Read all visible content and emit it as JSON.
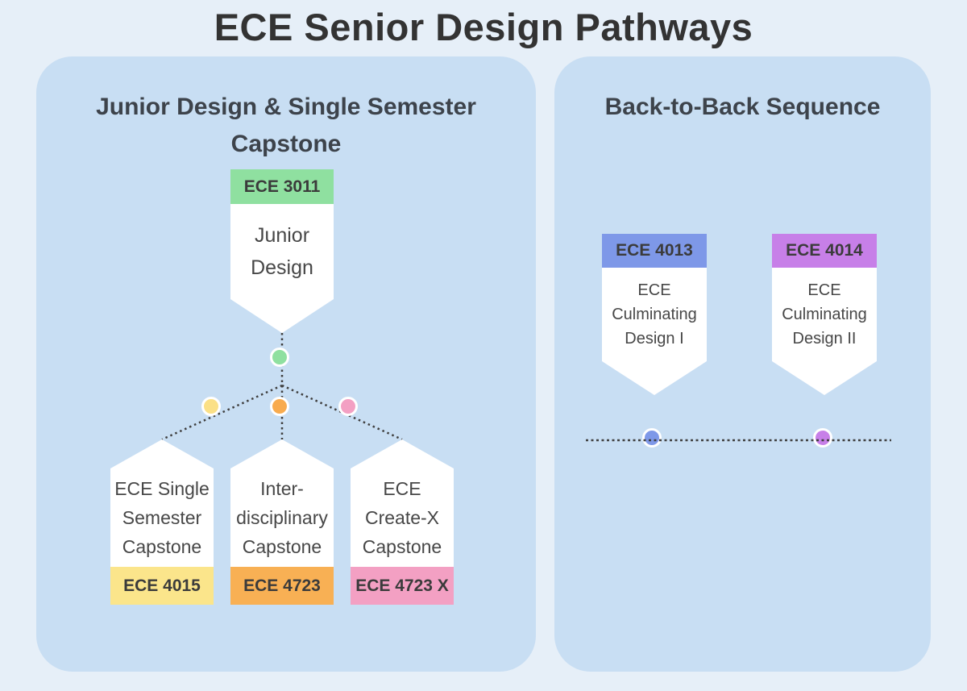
{
  "title": "ECE Senior Design Pathways",
  "left_panel": {
    "heading": "Junior Design & Single Semester\nCapstone",
    "top_card": {
      "code": "ECE 3011",
      "label": "Junior\nDesign",
      "color": "#8fe0a0"
    },
    "branch_cards": [
      {
        "code": "ECE 4015",
        "label": "ECE Single\nSemester\nCapstone",
        "color": "#fbe58b"
      },
      {
        "code": "ECE 4723",
        "label": "Inter-\ndisciplinary\nCapstone",
        "color": "#f8b054"
      },
      {
        "code": "ECE 4723 X",
        "label": "ECE\nCreate-X\nCapstone",
        "color": "#f3a0c3"
      }
    ],
    "branch_dots": [
      {
        "name": "green-dot",
        "color": "#8fe0a0"
      },
      {
        "name": "yellow-dot",
        "color": "#fbe086"
      },
      {
        "name": "orange-dot",
        "color": "#f8ab4e"
      },
      {
        "name": "pink-dot",
        "color": "#f3a0c3"
      }
    ]
  },
  "right_panel": {
    "heading": "Back-to-Back Sequence",
    "cards": [
      {
        "code": "ECE 4013",
        "label": "ECE\nCulminating\nDesign I",
        "color": "#7e98e8"
      },
      {
        "code": "ECE 4014",
        "label": "ECE\nCulminating\nDesign II",
        "color": "#c77fe8"
      }
    ],
    "timeline_dots": [
      {
        "name": "blue-dot",
        "color": "#7e98e8"
      },
      {
        "name": "purple-dot",
        "color": "#c77fe8"
      }
    ]
  },
  "colors": {
    "page_background": "#e6eff8",
    "panel_background": "#c8def3",
    "card_background": "#ffffff",
    "title_text": "#333333",
    "heading_text": "#3d434b",
    "body_text": "#474747",
    "connector_line": "#3f3f3f"
  }
}
